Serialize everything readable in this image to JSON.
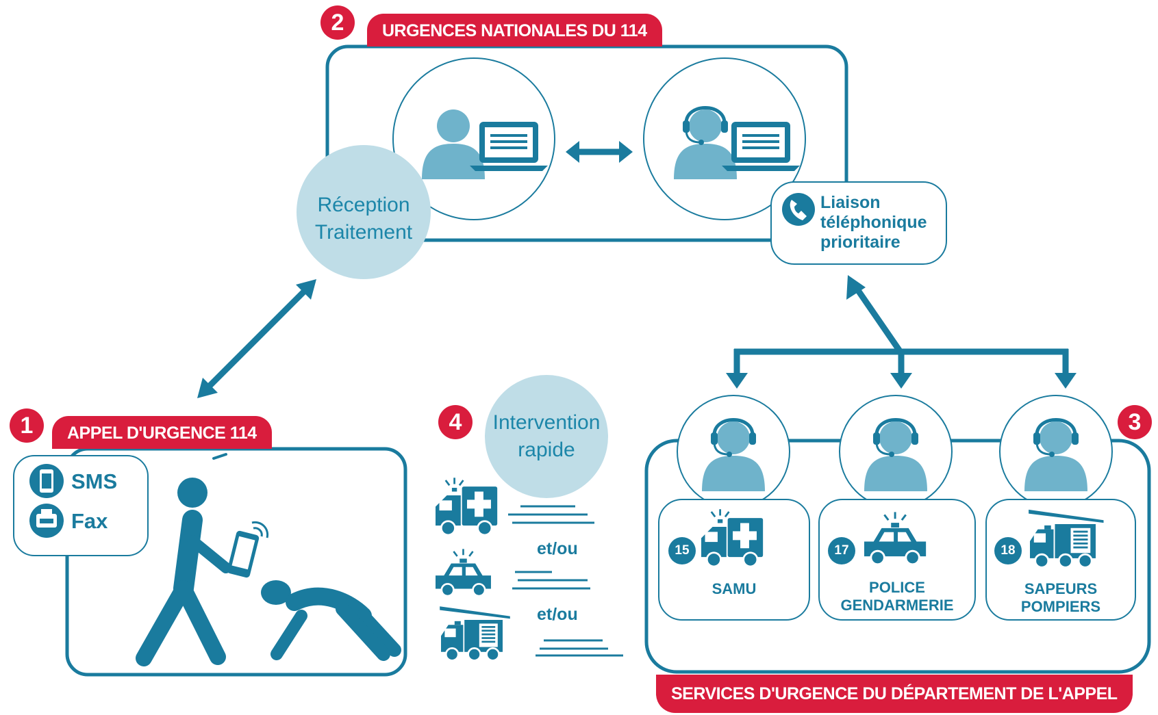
{
  "step1": {
    "number": "1",
    "title": "APPEL D'URGENCE 114",
    "channels": [
      "SMS",
      "Fax"
    ]
  },
  "step2": {
    "number": "2",
    "title": "URGENCES NATIONALES DU 114",
    "processing": [
      "Réception",
      "Traitement"
    ],
    "liaison": [
      "Liaison",
      "téléphonique",
      "prioritaire"
    ]
  },
  "step3": {
    "number": "3",
    "title": "SERVICES D'URGENCE DU DÉPARTEMENT DE L'APPEL",
    "services": [
      {
        "code": "15",
        "name": [
          "SAMU",
          ""
        ]
      },
      {
        "code": "17",
        "name": [
          "POLICE",
          "GENDARMERIE"
        ]
      },
      {
        "code": "18",
        "name": [
          "SAPEURS",
          "POMPIERS"
        ]
      }
    ]
  },
  "step4": {
    "number": "4",
    "title": [
      "Intervention",
      "rapide"
    ],
    "connector": "et/ou"
  },
  "colors": {
    "accent_red": "#d91d3d",
    "primary_blue": "#1a7b9e",
    "light_blue": "#bfdde7",
    "icon_blue": "#6fb3cb"
  }
}
